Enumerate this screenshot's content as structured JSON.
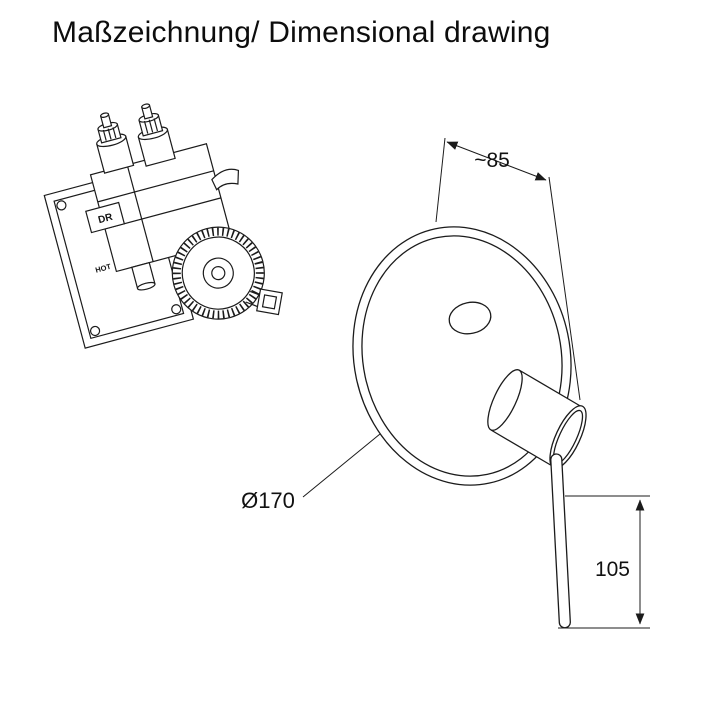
{
  "title": "Maßzeichnung/ Dimensional drawing",
  "valve_labels": {
    "dr": "DR",
    "hot": "HOT"
  },
  "dimensions": {
    "depth": "~85",
    "plate_diameter": "Ø170",
    "lever_length": "105"
  }
}
